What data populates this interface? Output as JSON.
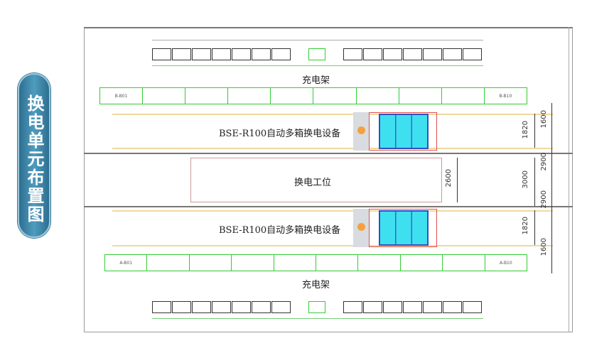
{
  "title": "换电单元布置图",
  "rack_label": "充电架",
  "top_rack": {
    "first": "B-B01",
    "last": "B-B10"
  },
  "bottom_rack": {
    "first": "A-B01",
    "last": "A-B10"
  },
  "device_label": "BSE-R100自动多箱换电设备",
  "station_label": "换电工位",
  "dimensions": {
    "d1600": "1600",
    "d1820": "1820",
    "d2900": "2900",
    "d3000": "3000",
    "d2600": "2600"
  },
  "colors": {
    "rack": "#33cc33",
    "device_frame": "#e05050",
    "battery": "#3ee0f0",
    "pill": "#3a86a8"
  }
}
